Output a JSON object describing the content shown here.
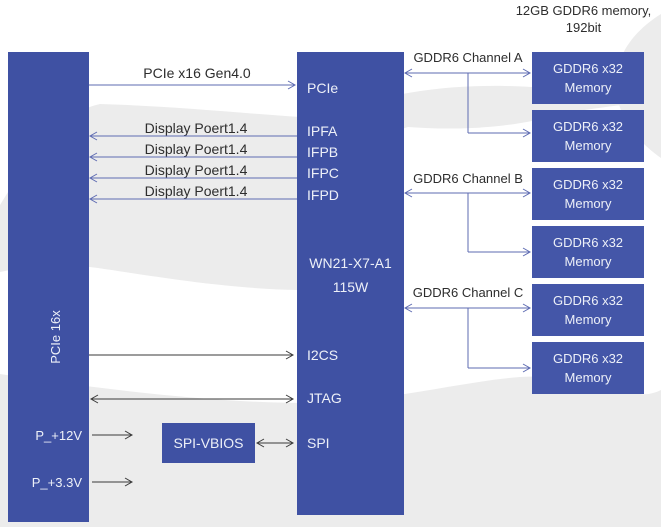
{
  "title": {
    "line1": "12GB GDDR6 memory,",
    "line2": "192bit"
  },
  "colors": {
    "block": "#3f51a3",
    "memory_block": "#4456a8",
    "arrow_blue": "#5e6bb2",
    "arrow_dark": "#3a3a3a",
    "label_text": "#2d2d2d",
    "block_text": "#edf0f8",
    "swoosh": "#ececec",
    "background": "#ffffff"
  },
  "pcie_slot": {
    "label": "PCIe 16x",
    "power_inputs": [
      {
        "label": "P_+12V"
      },
      {
        "label": "P_+3.3V"
      }
    ]
  },
  "gpu": {
    "name": "WN21-X7-A1",
    "power": "115W",
    "ports": [
      {
        "label": "PCIe"
      },
      {
        "label": "IPFA"
      },
      {
        "label": "IFPB"
      },
      {
        "label": "IFPC"
      },
      {
        "label": "IFPD"
      },
      {
        "label": "I2CS"
      },
      {
        "label": "JTAG"
      },
      {
        "label": "SPI"
      }
    ]
  },
  "links": {
    "pcie_label": "PCIe x16 Gen4.0",
    "display_labels": [
      {
        "label": "Display Poert1.4"
      },
      {
        "label": "Display Poert1.4"
      },
      {
        "label": "Display Poert1.4"
      },
      {
        "label": "Display Poert1.4"
      }
    ]
  },
  "spi_vbios": {
    "label": "SPI-VBIOS"
  },
  "memory": {
    "channels": [
      {
        "label": "GDDR6 Channel A"
      },
      {
        "label": "GDDR6 Channel B"
      },
      {
        "label": "GDDR6 Channel C"
      }
    ],
    "modules": [
      {
        "line1": "GDDR6 x32",
        "line2": "Memory"
      },
      {
        "line1": "GDDR6 x32",
        "line2": "Memory"
      },
      {
        "line1": "GDDR6 x32",
        "line2": "Memory"
      },
      {
        "line1": "GDDR6 x32",
        "line2": "Memory"
      },
      {
        "line1": "GDDR6 x32",
        "line2": "Memory"
      },
      {
        "line1": "GDDR6 x32",
        "line2": "Memory"
      }
    ]
  }
}
